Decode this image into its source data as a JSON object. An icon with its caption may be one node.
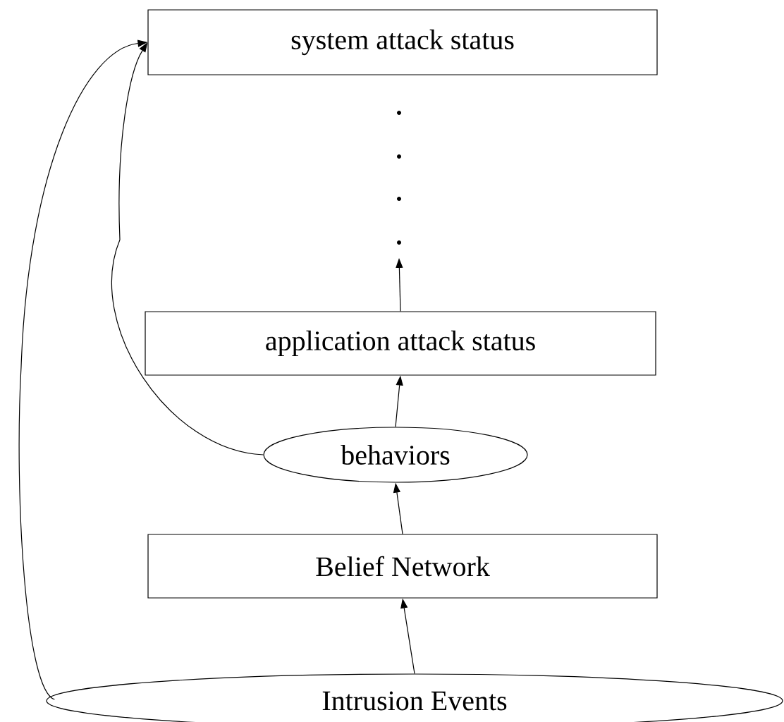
{
  "diagram": {
    "nodes": [
      {
        "text": [
          "system attack status"
        ]
      },
      {
        "text": [
          "application attack status"
        ]
      },
      {
        "text": [
          "behaviors"
        ]
      },
      {
        "text": [
          "Belief Network"
        ]
      },
      {
        "text": [
          "Intrusion Events"
        ]
      }
    ],
    "edges": [
      {
        "from": 4,
        "to": 3,
        "arrow": "to"
      },
      {
        "from": 3,
        "to": 2,
        "arrow": "to"
      },
      {
        "from": 2,
        "to": 1,
        "arrow": "to"
      },
      {
        "from": 1,
        "to": null,
        "arrow": "to"
      },
      {
        "from": 2,
        "to": 0,
        "arrow": "to"
      },
      {
        "from": 4,
        "to": 0,
        "arrow": "to"
      }
    ]
  }
}
